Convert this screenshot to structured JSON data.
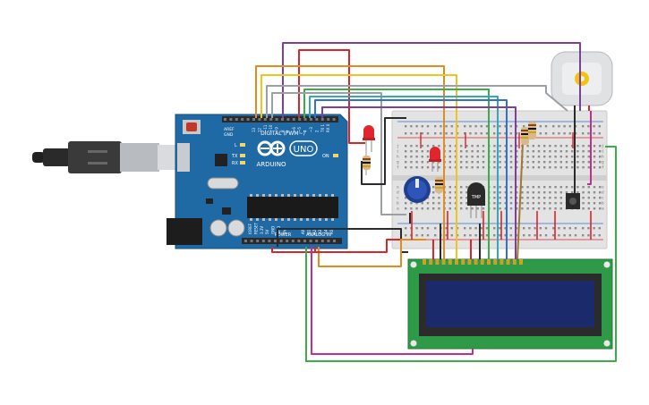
{
  "arduino": {
    "logo_text": "ARDUINO",
    "model_text": "UNO",
    "digital_label": "DIGITAL (PWM~)",
    "power_label": "POWER",
    "analog_label": "ANALOG IN",
    "aref_label": "AREF",
    "gnd_label": "GND",
    "l_label": "L",
    "tx_label": "TX",
    "rx_label": "RX",
    "on_label": "ON",
    "top_pins": [
      "13",
      "12",
      "~11",
      "~10",
      "~9",
      "8",
      "7",
      "~6",
      "~5",
      "4",
      "~3",
      "2",
      "TX 1",
      "RX 0"
    ],
    "power_pins": [
      "IOREF",
      "RESET",
      "3.3V",
      "5V",
      "GND",
      "GND",
      "Vin"
    ],
    "analog_pins": [
      "A0",
      "A1",
      "A2",
      "A3",
      "A4",
      "A5"
    ]
  },
  "sensor": {
    "label": "TMP"
  },
  "breadboard": {
    "row_letters_top": [
      "j",
      "i",
      "h",
      "g",
      "f"
    ],
    "row_letters_bottom": [
      "e",
      "d",
      "c",
      "b",
      "a"
    ]
  },
  "colors": {
    "board_blue": "#1f6aa5",
    "lcd_green": "#2e9a48",
    "lcd_screen": "#1b2a6b",
    "wire_purple": "#7b3fa0",
    "wire_orange": "#e58a1e",
    "wire_yellow": "#f0c419",
    "wire_gray": "#9aa0a6",
    "wire_green": "#3cae48",
    "wire_red": "#d7262c",
    "wire_blue": "#2f6fd6",
    "wire_magenta": "#c2308f",
    "wire_black": "#2b2b2b",
    "wire_brown": "#a0782e"
  }
}
